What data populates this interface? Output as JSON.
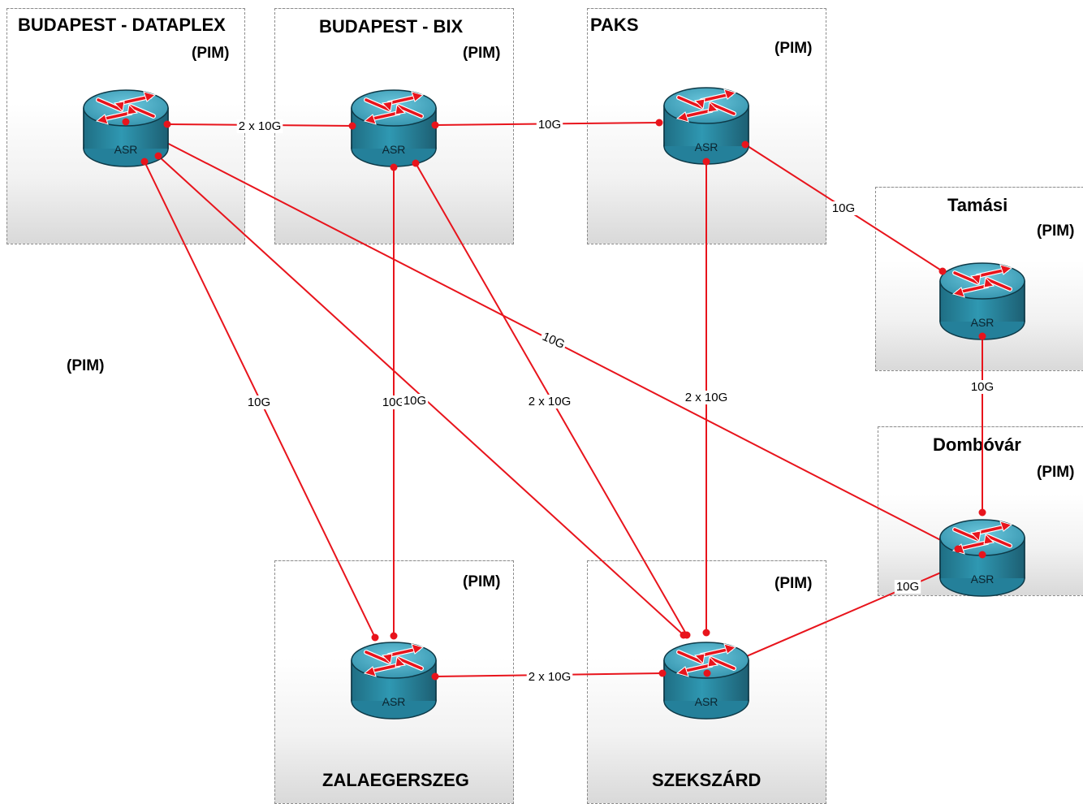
{
  "sites": [
    {
      "id": "dataplex",
      "title": "BUDAPEST - DATAPLEX",
      "pim": "(PIM)"
    },
    {
      "id": "bix",
      "title": "BUDAPEST - BIX",
      "pim": "(PIM)"
    },
    {
      "id": "paks",
      "title": "PAKS",
      "pim": "(PIM)"
    },
    {
      "id": "tamasi",
      "title": "Tamási",
      "pim": "(PIM)"
    },
    {
      "id": "dombovar",
      "title": "Dombóvár",
      "pim": "(PIM)"
    },
    {
      "id": "zalaegerszeg",
      "title": "ZALAEGERSZEG",
      "pim": "(PIM)"
    },
    {
      "id": "szekszard",
      "title": "SZEKSZÁRD",
      "pim": "(PIM)"
    }
  ],
  "floating_pim": "(PIM)",
  "router_label": "ASR",
  "links": [
    {
      "from": "dataplex",
      "to": "bix",
      "label": "2 x 10G"
    },
    {
      "from": "bix",
      "to": "paks",
      "label": "10G"
    },
    {
      "from": "paks",
      "to": "tamasi",
      "label": "10G"
    },
    {
      "from": "tamasi",
      "to": "dombovar",
      "label": "10G"
    },
    {
      "from": "dataplex",
      "to": "zalaegerszeg",
      "label": "10G"
    },
    {
      "from": "bix",
      "to": "zalaegerszeg",
      "label": "10G"
    },
    {
      "from": "dataplex",
      "to": "szekszard",
      "label": "10G"
    },
    {
      "from": "bix",
      "to": "szekszard",
      "label": "2 x 10G"
    },
    {
      "from": "dataplex",
      "to": "dombovar",
      "label": "10G"
    },
    {
      "from": "paks",
      "to": "szekszard",
      "label": "2 x 10G"
    },
    {
      "from": "zalaegerszeg",
      "to": "szekszard",
      "label": "2 x 10G"
    },
    {
      "from": "szekszard",
      "to": "dombovar",
      "label": "10G"
    }
  ],
  "colors": {
    "link": "#e8141c",
    "router_body": "#2c8ea6",
    "router_top": "#4fb4cc",
    "arrow": "#e8141c"
  }
}
